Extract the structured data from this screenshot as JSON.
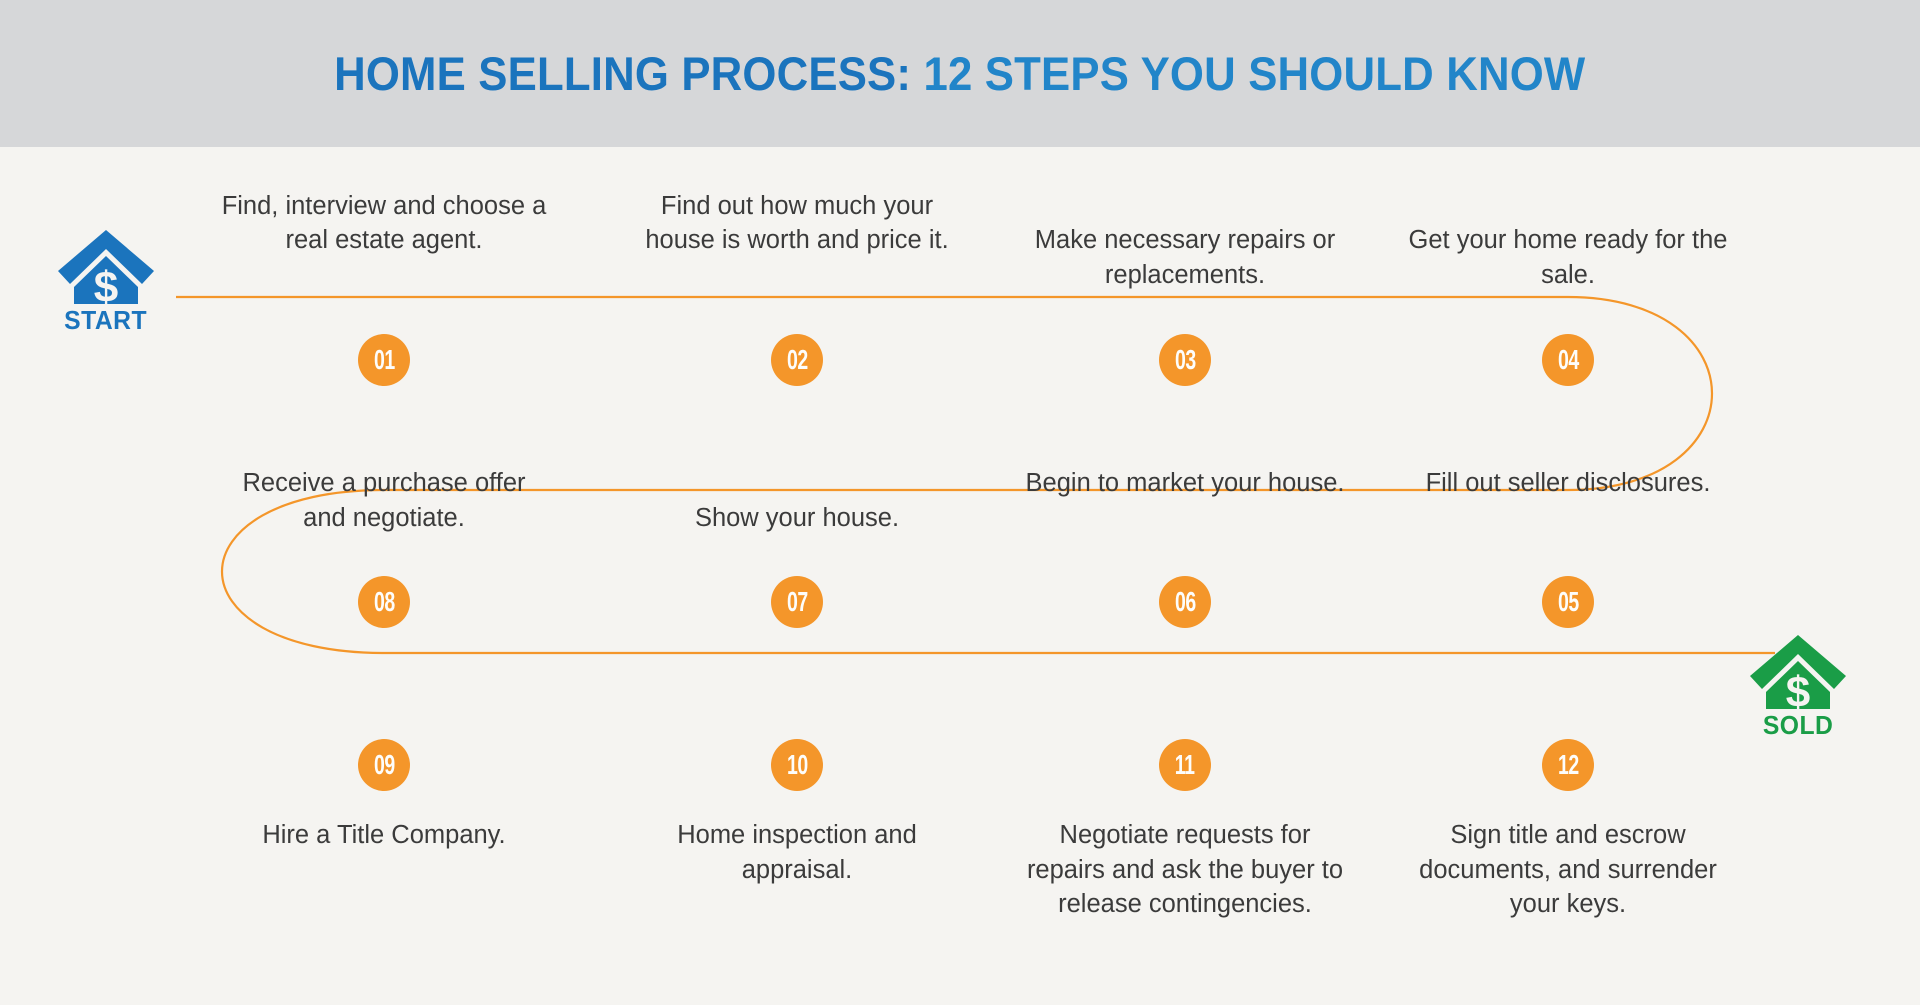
{
  "header": {
    "title_bold": "HOME SELLING PROCESS:",
    "title_light": "12 STEPS YOU SHOULD KNOW",
    "background": "#d6d7d9",
    "accent": "#1b74bd"
  },
  "theme": {
    "page_background": "#f5f4f1",
    "step_color": "#f4962a",
    "path_color": "#f4962a",
    "text_color": "#3b3b3b",
    "start_color": "#1b74bd",
    "sold_color": "#1a9d47"
  },
  "endpoints": {
    "start": {
      "label": "START",
      "icon": "house-dollar-icon",
      "color": "#1b74bd"
    },
    "sold": {
      "label": "SOLD",
      "icon": "house-dollar-icon",
      "color": "#1a9d47"
    }
  },
  "steps": [
    {
      "number": "01",
      "text": "Find, interview and choose a real estate agent.",
      "row": 1,
      "col": 1,
      "caption_position": "above"
    },
    {
      "number": "02",
      "text": "Find out how much your house is worth and price it.",
      "row": 1,
      "col": 2,
      "caption_position": "above"
    },
    {
      "number": "03",
      "text": "Make necessary repairs or replacements.",
      "row": 1,
      "col": 3,
      "caption_position": "above"
    },
    {
      "number": "04",
      "text": "Get your home ready for the sale.",
      "row": 1,
      "col": 4,
      "caption_position": "above"
    },
    {
      "number": "05",
      "text": "Fill out seller disclosures.",
      "row": 2,
      "col": 4,
      "caption_position": "above"
    },
    {
      "number": "06",
      "text": "Begin to market your house.",
      "row": 2,
      "col": 3,
      "caption_position": "above"
    },
    {
      "number": "07",
      "text": "Show your house.",
      "row": 2,
      "col": 2,
      "caption_position": "above"
    },
    {
      "number": "08",
      "text": "Receive a purchase offer and negotiate.",
      "row": 2,
      "col": 1,
      "caption_position": "above"
    },
    {
      "number": "09",
      "text": "Hire a Title Company.",
      "row": 3,
      "col": 1,
      "caption_position": "below"
    },
    {
      "number": "10",
      "text": "Home inspection and appraisal.",
      "row": 3,
      "col": 2,
      "caption_position": "below"
    },
    {
      "number": "11",
      "text": "Negotiate requests for repairs and ask the buyer to release contingencies.",
      "row": 3,
      "col": 3,
      "caption_position": "below"
    },
    {
      "number": "12",
      "text": "Sign title and escrow documents, and surrender your keys.",
      "row": 3,
      "col": 4,
      "caption_position": "below"
    }
  ]
}
